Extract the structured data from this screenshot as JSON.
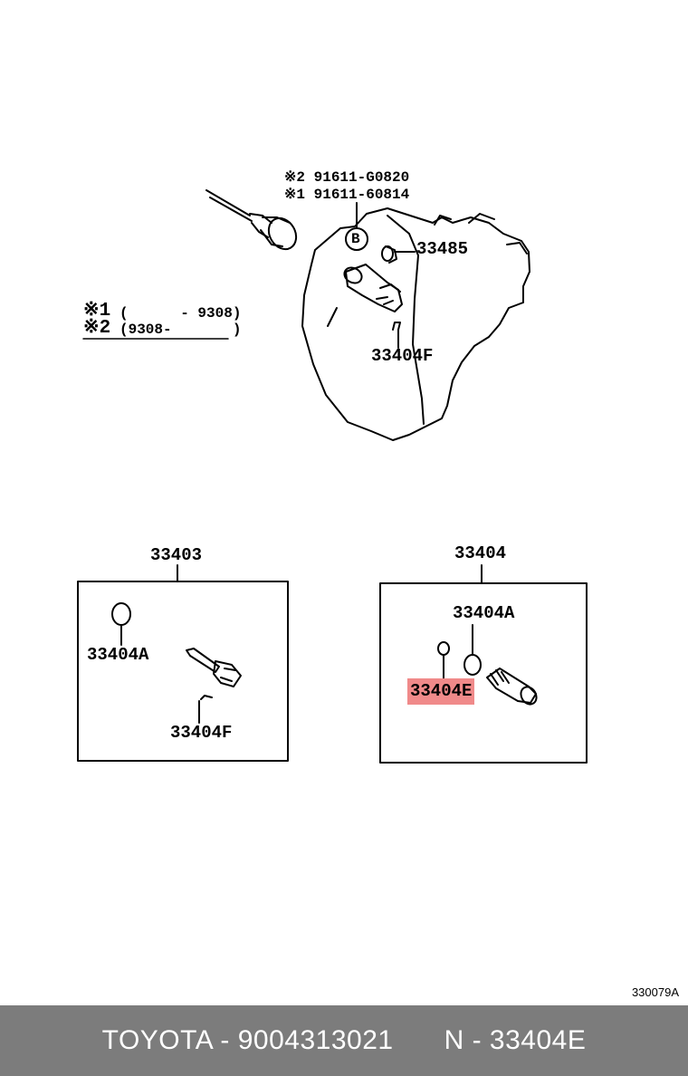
{
  "diagram": {
    "code": "330079A",
    "assembly_labels": {
      "b_ref_top": "※2 91611-G0820",
      "b_ref_bottom": "※1 91611-60814",
      "b_marker": "B",
      "part_33485": "33485",
      "part_33404F_main": "33404F"
    },
    "legend": {
      "row1_mark": "※1",
      "row1_range": "(      - 9308)",
      "row2_mark": "※2",
      "row2_range": "(9308-       )"
    },
    "kit_left": {
      "title": "33403",
      "part_a": "33404A",
      "part_f": "33404F"
    },
    "kit_right": {
      "title": "33404",
      "part_a": "33404A",
      "part_e": "33404E"
    },
    "highlight_color": "#f08a8a"
  },
  "footer": {
    "brand_part": "TOYOTA - 9004313021",
    "ref": "N - 33404E",
    "background": "#7c7c7c"
  }
}
